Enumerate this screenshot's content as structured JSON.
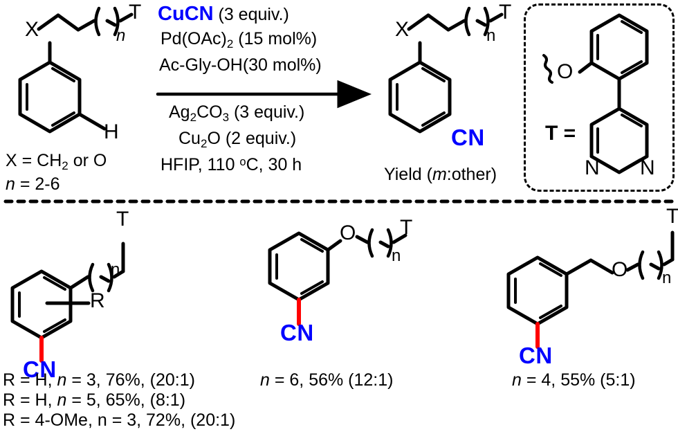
{
  "scheme": {
    "title": "Meta-selective C–H cyanation reaction scheme",
    "colors": {
      "cn_blue": "#0000FF",
      "bond_red": "#FF0000",
      "structure_black": "#000000",
      "background": "#FFFFFF"
    }
  },
  "substrate": {
    "x_atom": "X",
    "terminal_group": "T",
    "chain_repeat": "n",
    "aryl_hydrogen": "H",
    "x_definition_pre": "X = CH",
    "x_definition_sub": "2",
    "x_definition_post": " or O",
    "n_definition_ital": "n",
    "n_definition_post": " = 2-6"
  },
  "conditions": {
    "above": [
      {
        "id": "cucn",
        "bold_blue": "CuCN",
        "rest": " (3 equiv.)"
      },
      {
        "id": "pd-oac",
        "pre": "Pd(OAc)",
        "sub": "2",
        "post": " (15 mol%)"
      },
      {
        "id": "ac-gly-oh",
        "text": "Ac-Gly-OH(30 mol%)"
      }
    ],
    "below": [
      {
        "id": "ag2co3",
        "pre": "Ag",
        "sub1": "2",
        "mid": "CO",
        "sub2": "3",
        "post": " (3 equiv.)"
      },
      {
        "id": "cu2o",
        "pre": "Cu",
        "sub": "2",
        "post": "O (2 equiv.)"
      },
      {
        "id": "solvent",
        "pre": "HFIP, 110 ",
        "sup": "o",
        "post": "C, 30 h"
      }
    ],
    "arrow": "reaction-arrow"
  },
  "product": {
    "x_atom": "X",
    "terminal_group": "T",
    "chain_repeat": "n",
    "cn_label": "CN",
    "yield_pre": "Yield (",
    "yield_ital": "m",
    "yield_post": ":other)"
  },
  "t_group": {
    "label": "T =",
    "oxygen": "O",
    "nitrogen_left": "N",
    "nitrogen_right": "N",
    "description": "2-(pyrimidin-5-yl)phenyl ether"
  },
  "examples": [
    {
      "id": "example-carbon-tether",
      "terminal_group": "T",
      "chain_repeat": "n",
      "substituent": "R",
      "cn_label": "CN",
      "captions": [
        {
          "pre": "R = H, ",
          "ital": "n",
          "post": " = 3, 76%, (20:1)"
        },
        {
          "pre": "R = H, ",
          "ital": "n",
          "post": " = 5, 65%, (8:1)"
        },
        {
          "pre": "R = 4-OMe, n = 3, 72%, (20:1)",
          "ital": "",
          "post": ""
        }
      ]
    },
    {
      "id": "example-aryl-ether",
      "terminal_group": "T",
      "chain_repeat": "n",
      "oxygen": "O",
      "cn_label": "CN",
      "captions": [
        {
          "pre": "",
          "ital": "n",
          "post": " = 6, 56% (12:1)"
        }
      ]
    },
    {
      "id": "example-benzyl-ether",
      "terminal_group": "T",
      "chain_repeat": "n",
      "oxygen": "O",
      "cn_label": "CN",
      "captions": [
        {
          "pre": "",
          "ital": "n",
          "post": " = 4, 55% (5:1)"
        }
      ]
    }
  ]
}
